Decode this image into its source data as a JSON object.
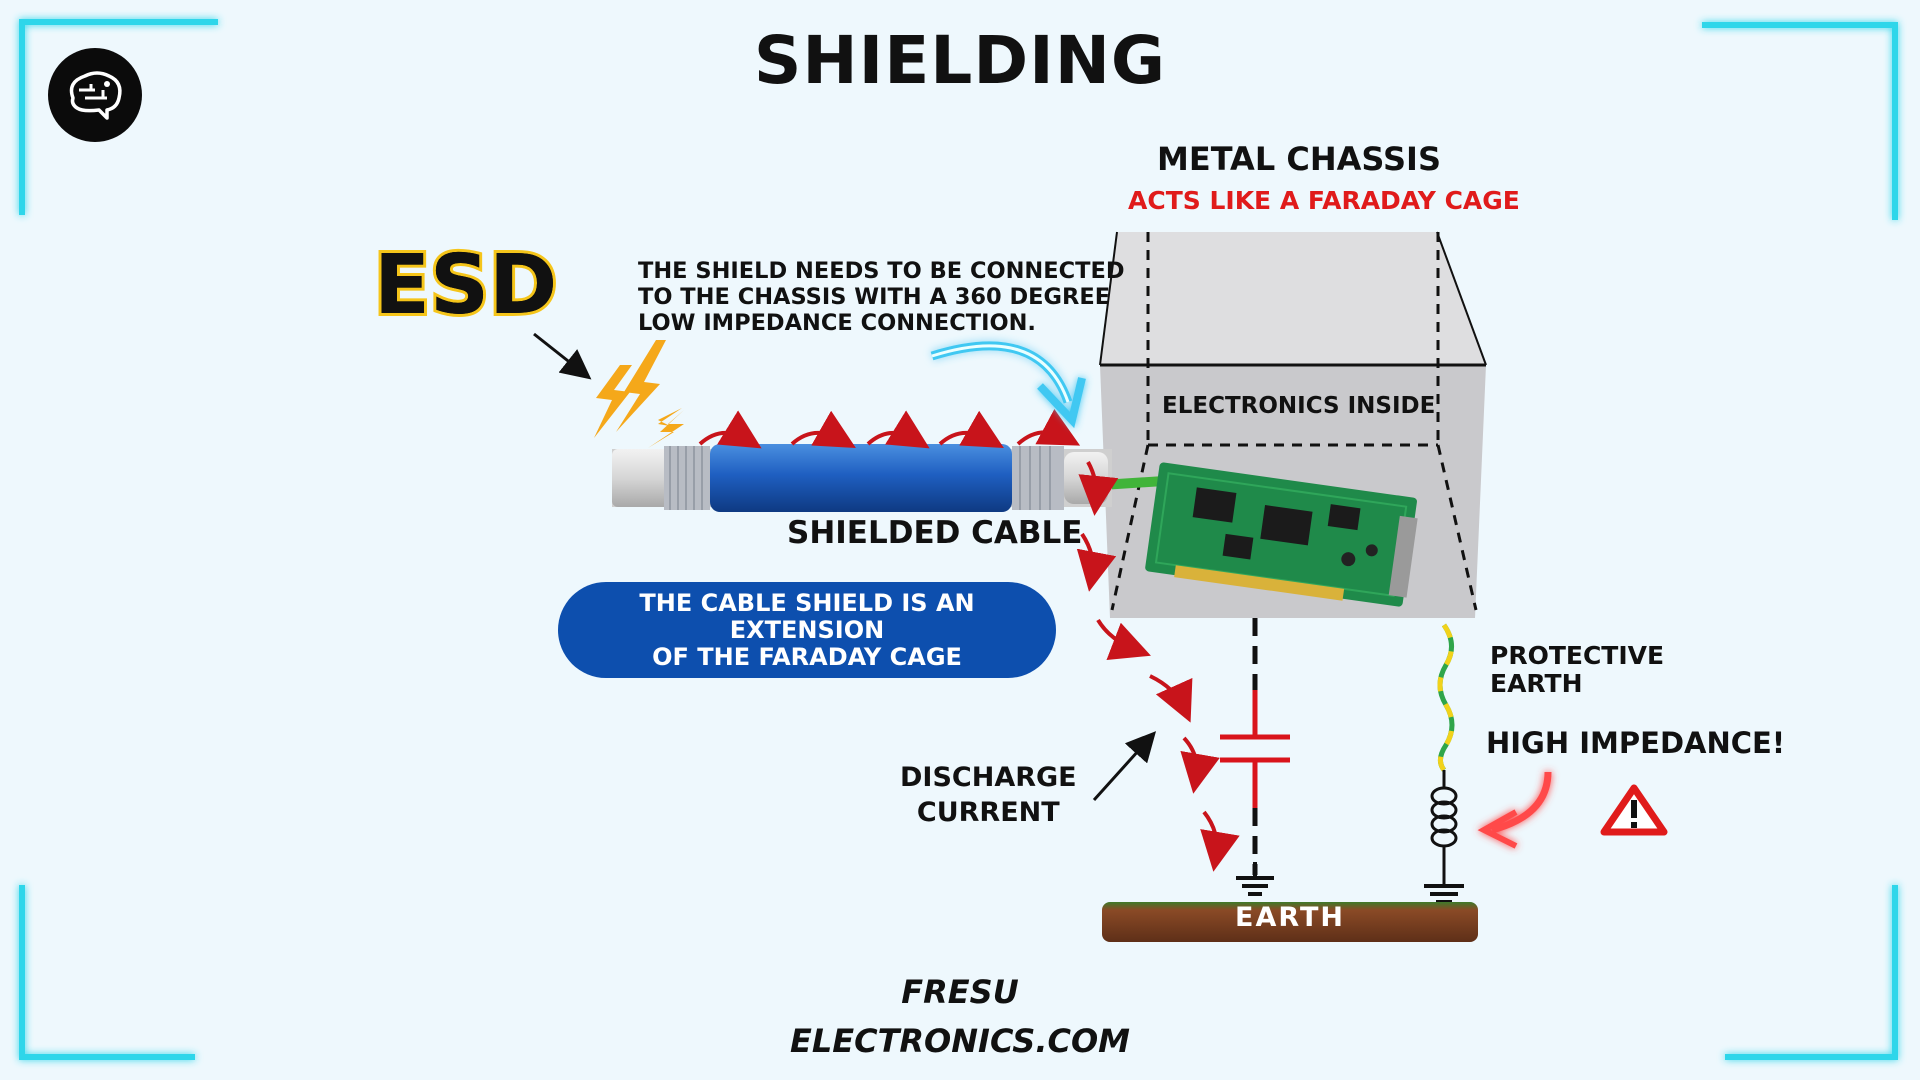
{
  "title": "SHIELDING",
  "chassis": {
    "title": "METAL CHASSIS",
    "subtitle": "ACTS LIKE A FARADAY CAGE",
    "inside_label": "ELECTRONICS INSIDE"
  },
  "esd_label": "ESD",
  "shield_note": "THE SHIELD NEEDS TO BE CONNECTED\nTO THE CHASSIS WITH A 360 DEGREE\nLOW IMPEDANCE CONNECTION.",
  "cable_label": "SHIELDED CABLE",
  "cable_note": "THE CABLE SHIELD IS AN EXTENSION\nOF THE FARADAY CAGE",
  "discharge_label": "DISCHARGE\nCURRENT",
  "protective_earth_label": "PROTECTIVE\nEARTH",
  "high_impedance_label": "HIGH IMPEDANCE!",
  "earth_label": "EARTH",
  "footer": "FRESU\nELECTRONICS.COM",
  "colors": {
    "accent_blue": "#0d4fae",
    "warning_red": "#e01b1b",
    "arrow_red": "#c8141b",
    "esd_yellow": "#f5c51a",
    "frame_glow": "#2fd6ea",
    "earth_brown": "#7a3f22"
  },
  "icons": [
    "brain-logo-icon",
    "lightning-icon",
    "warning-triangle-icon",
    "ground-symbol-icon",
    "capacitor-icon",
    "inductor-icon"
  ]
}
